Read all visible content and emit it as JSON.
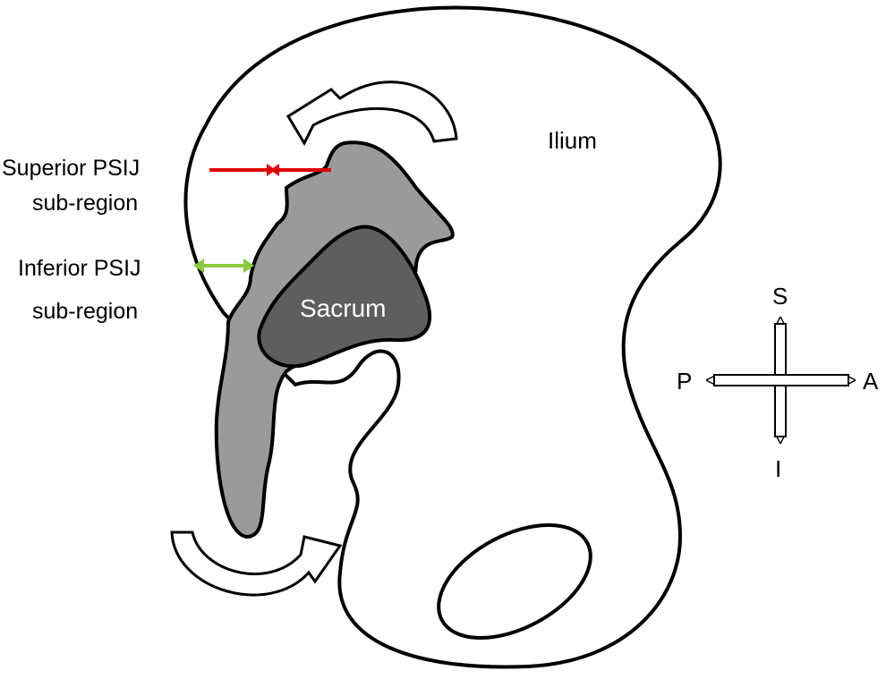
{
  "labels": {
    "ilium": "Ilium",
    "sacrum": "Sacrum",
    "superior_line1": "Superior PSIJ",
    "superior_line2": "sub-region",
    "inferior_line1": "Inferior PSIJ",
    "inferior_line2": "sub-region"
  },
  "compass": {
    "superior": "S",
    "inferior": "I",
    "posterior": "P",
    "anterior": "A"
  },
  "colors": {
    "outline": "#000000",
    "ilium_fill": "#ffffff",
    "sacrum_fill": "#9a9a9a",
    "sacrum_body_fill": "#5e5e5e",
    "sacrum_text": "#ffffff",
    "superior_marker": "#e00000",
    "inferior_marker": "#8cc840"
  }
}
